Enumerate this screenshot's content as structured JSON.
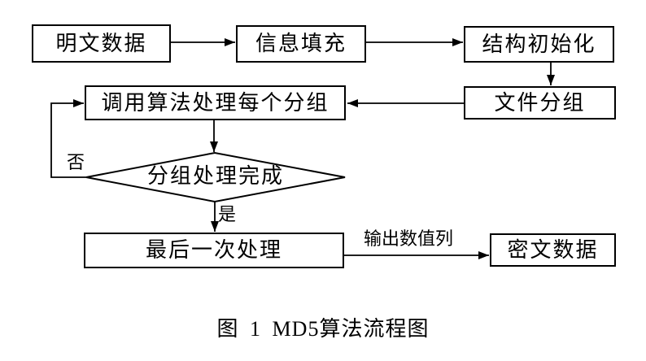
{
  "figure": {
    "caption": "图 1 MD5算法流程图"
  },
  "flowchart": {
    "nodes": {
      "plaintext_data": "明文数据",
      "message_padding": "信息填充",
      "structure_init": "结构初始化",
      "file_grouping": "文件分组",
      "process_each_group": "调用算法处理每个分组",
      "decision_group_done": "分组处理完成",
      "final_process": "最后一次处理",
      "ciphertext_data": "密文数据"
    },
    "edge_labels": {
      "no": "否",
      "yes": "是",
      "output_sequence": "输出数值列"
    },
    "colors": {
      "line": "#000000",
      "background": "#ffffff"
    }
  }
}
